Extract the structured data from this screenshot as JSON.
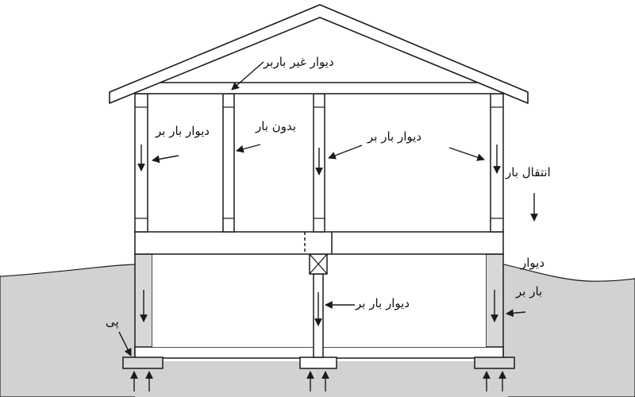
{
  "labels": {
    "non_load_bearing_wall": "دیوار غیر باربر",
    "load_bearing_left": "دیوار بار بر",
    "no_load": "بدون بار",
    "load_bearing_right": "دیوار بار بر",
    "load_transfer": "انتقال بار",
    "load_bearing_ground_line1": "دیوار",
    "load_bearing_ground_line2": "بار بر",
    "load_bearing_basement": "دیوار بار بر",
    "foundation": "پی"
  },
  "colors": {
    "ground": "#d2d2d2",
    "foundation": "#d6d6d6",
    "line": "#1a1a1a",
    "background": "#ffffff"
  }
}
